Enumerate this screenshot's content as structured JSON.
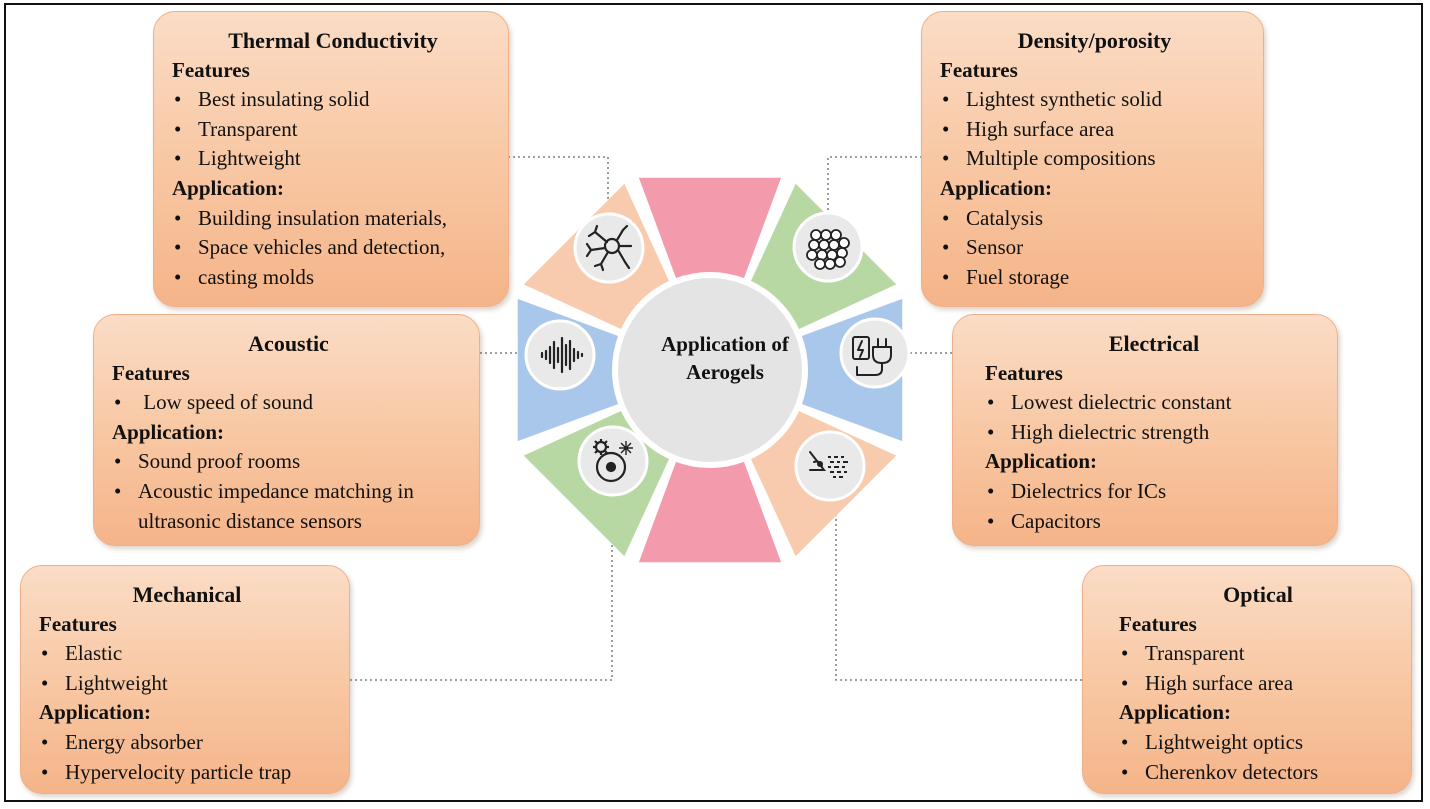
{
  "center": {
    "line1": "Application of",
    "line2": "Aerogels"
  },
  "cards": {
    "thermal": {
      "title": "Thermal Conductivity",
      "features_label": "Features",
      "features": [
        "Best insulating solid",
        "Transparent",
        "Lightweight"
      ],
      "application_label": "Application:",
      "applications": [
        "Building insulation materials,",
        "Space vehicles and detection,",
        "casting molds"
      ]
    },
    "density": {
      "title": "Density/porosity",
      "features_label": "Features",
      "features": [
        "Lightest synthetic solid",
        "High surface area",
        "Multiple compositions"
      ],
      "application_label": "Application:",
      "applications": [
        "Catalysis",
        "Sensor",
        "Fuel storage"
      ]
    },
    "acoustic": {
      "title": "Acoustic",
      "features_label": "Features",
      "features": [
        " Low speed of sound"
      ],
      "application_label": "Application:",
      "applications": [
        "Sound proof rooms",
        "Acoustic impedance matching in ultrasonic distance sensors"
      ]
    },
    "electrical": {
      "title": "Electrical",
      "features_label": "Features",
      "features": [
        "Lowest dielectric constant",
        "High dielectric strength"
      ],
      "application_label": "Application:",
      "applications": [
        "Dielectrics for ICs",
        "Capacitors"
      ]
    },
    "mechanical": {
      "title": "Mechanical",
      "features_label": "Features",
      "features": [
        "Elastic",
        "Lightweight"
      ],
      "application_label": "Application:",
      "applications": [
        "Energy absorber",
        "Hypervelocity particle trap"
      ]
    },
    "optical": {
      "title": "Optical",
      "features_label": "Features",
      "features": [
        "Transparent",
        "High surface area"
      ],
      "application_label": "Application:",
      "applications": [
        "Lightweight optics",
        "Cherenkov detectors"
      ]
    }
  },
  "colors": {
    "pink": "#f39bac",
    "peach": "#f9cbae",
    "green": "#b7d7a3",
    "blue": "#a9c7ea",
    "hub": "#e4e4e4",
    "icon_bg": "#e9e9e9"
  },
  "icons": [
    "neuron-icon",
    "atom-lattice-icon",
    "sound-wave-icon",
    "plug-icon",
    "gear-wheel-icon",
    "eye-icon"
  ]
}
